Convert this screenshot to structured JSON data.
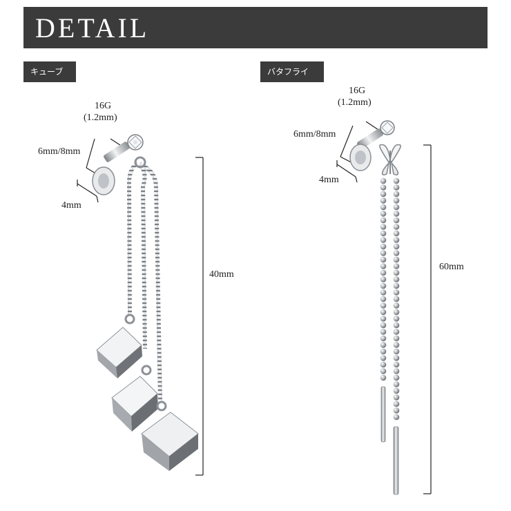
{
  "header": {
    "title": "DETAIL"
  },
  "sections": [
    {
      "tag": "キューブ",
      "gauge": "16G",
      "gauge_mm": "(1.2mm)",
      "length": "6mm/8mm",
      "disc": "4mm",
      "drop": "40mm"
    },
    {
      "tag": "バタフライ",
      "gauge": "16G",
      "gauge_mm": "(1.2mm)",
      "length": "6mm/8mm",
      "disc": "4mm",
      "drop": "60mm"
    }
  ],
  "colors": {
    "header_bg": "#3b3b3b",
    "metal": "#9ea3a8",
    "line": "#222222"
  },
  "icons": [
    "cube-charm-icon",
    "butterfly-charm-icon",
    "crystal-gem-icon",
    "box-chain-icon",
    "bead-chain-icon"
  ]
}
